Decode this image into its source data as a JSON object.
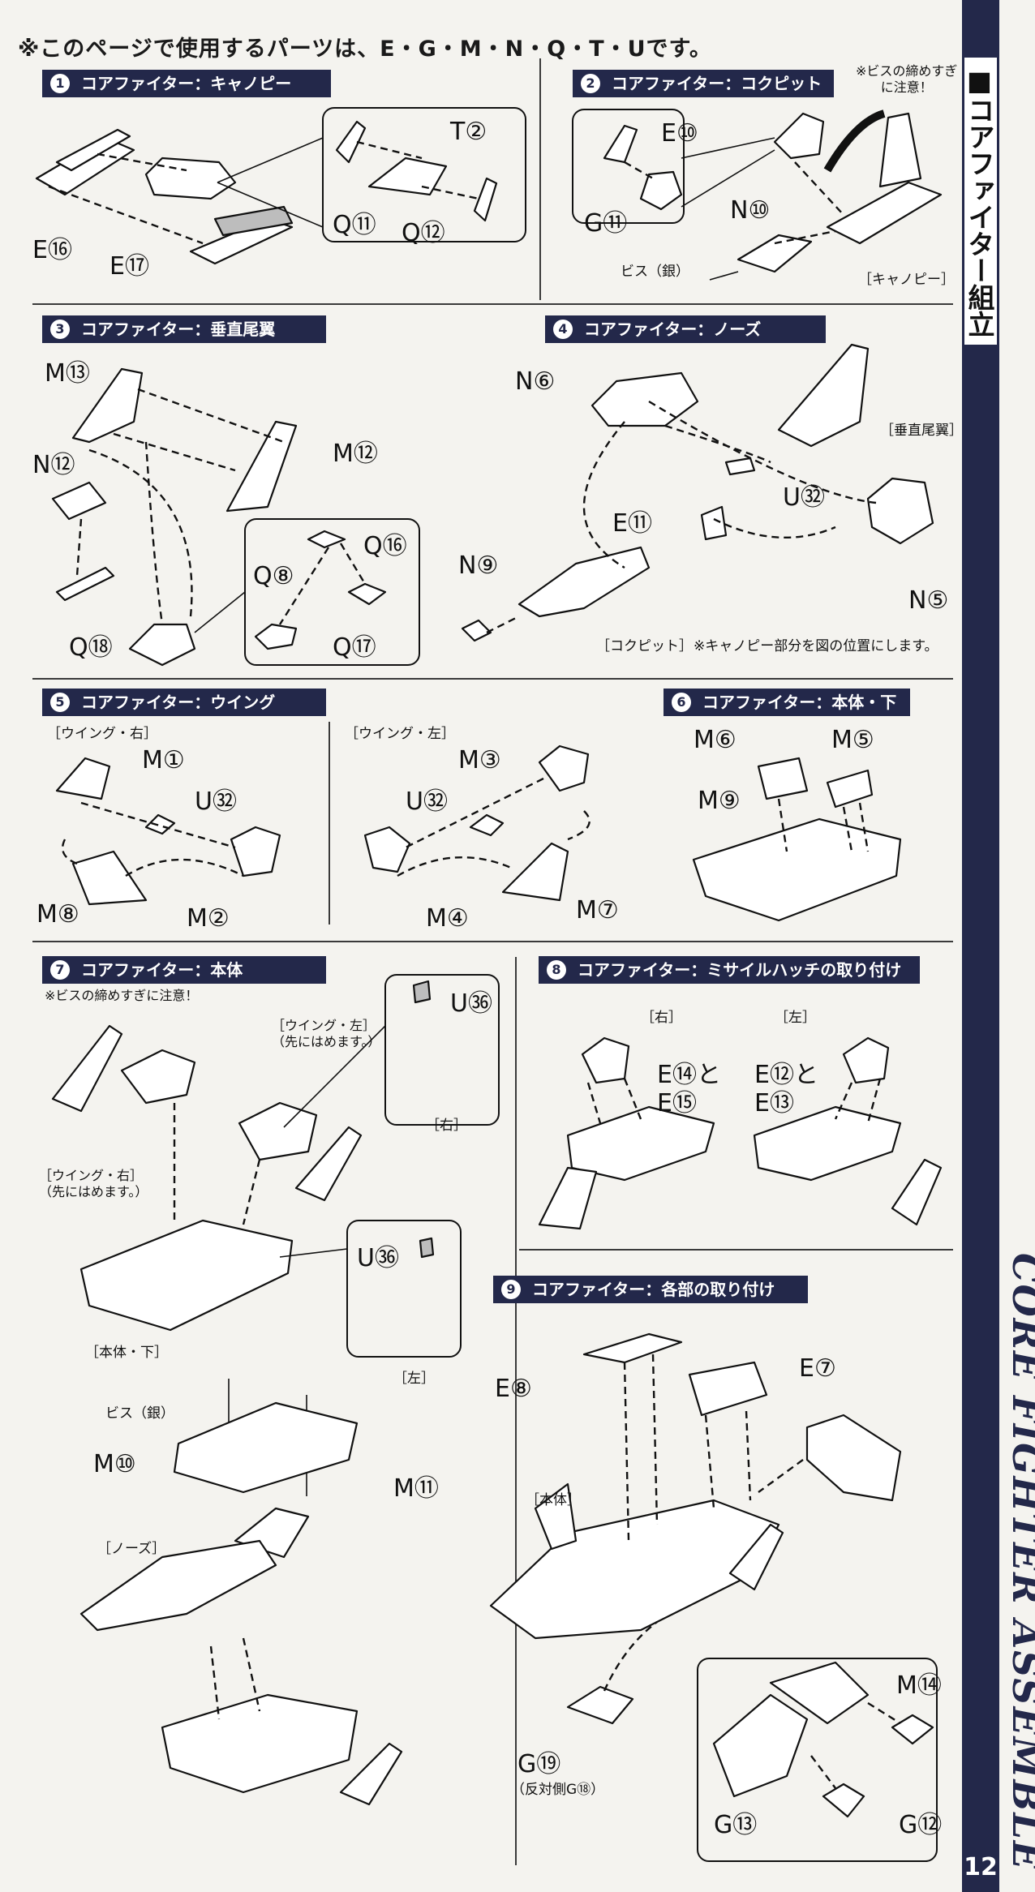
{
  "header_note": "※このページで使用するパーツは、E・G・M・N・Q・T・Uです。",
  "side_title": "■コアファイター組立",
  "side_english": "CORE FIGHTER ASSEMBLE",
  "page_number": "12",
  "steps": [
    {
      "num": "1",
      "title": "コアファイター：キャノピー"
    },
    {
      "num": "2",
      "title": "コアファイター：コクピット"
    },
    {
      "num": "3",
      "title": "コアファイター：垂直尾翼"
    },
    {
      "num": "4",
      "title": "コアファイター：ノーズ"
    },
    {
      "num": "5",
      "title": "コアファイター：ウイング"
    },
    {
      "num": "6",
      "title": "コアファイター：本体・下"
    },
    {
      "num": "7",
      "title": "コアファイター：本体"
    },
    {
      "num": "8",
      "title": "コアファイター：ミサイルハッチの取り付け"
    },
    {
      "num": "9",
      "title": "コアファイター：各部の取り付け"
    }
  ],
  "s1": {
    "e16": "E⑯",
    "e17": "E⑰",
    "t2": "T②",
    "q11": "Q⑪",
    "q12": "Q⑫"
  },
  "s2": {
    "caution": "※ビスの締めすぎ\nに注意！",
    "e10": "E⑩",
    "g11": "G⑪",
    "n10": "N⑩",
    "screw": "ビス（銀）",
    "canopy": "［キャノピー］"
  },
  "s3": {
    "m13": "M⑬",
    "m12": "M⑫",
    "n12": "N⑫",
    "q16": "Q⑯",
    "q8": "Q⑧",
    "q17": "Q⑰",
    "q18": "Q⑱"
  },
  "s4": {
    "n6": "N⑥",
    "tail": "［垂直尾翼］",
    "u32": "U㉜",
    "e11": "E⑪",
    "n9": "N⑨",
    "n5": "N⑤",
    "cockpit": "［コクピット］",
    "note": "※キャノピー部分を図の位置にします。"
  },
  "s5": {
    "right": "［ウイング・右］",
    "left": "［ウイング・左］",
    "m1": "M①",
    "u32a": "U㉜",
    "m8": "M⑧",
    "m2": "M②",
    "m3": "M③",
    "u32b": "U㉜",
    "m4": "M④",
    "m7": "M⑦"
  },
  "s6": {
    "m6": "M⑥",
    "m5": "M⑤",
    "m9": "M⑨"
  },
  "s7": {
    "caution": "※ビスの締めすぎに注意！",
    "wing_left": "［ウイング・左］\n（先にはめます。）",
    "wing_right": "［ウイング・右］\n（先にはめます。）",
    "u36a": "U㊱",
    "right": "［右］",
    "u36b": "U㊱",
    "left": "［左］",
    "body_lower": "［本体・下］",
    "screw": "ビス（銀）",
    "m10": "M⑩",
    "m11": "M⑪",
    "nose": "［ノーズ］"
  },
  "s8": {
    "right": "［右］",
    "left": "［左］",
    "e14": "E⑭と",
    "e15": "E⑮",
    "e12": "E⑫と",
    "e13": "E⑬"
  },
  "s9": {
    "e8": "E⑧",
    "e7": "E⑦",
    "body": "［本体］",
    "g19": "G⑲",
    "g18": "（反対側G⑱）",
    "m14": "M⑭",
    "g13": "G⑬",
    "g12": "G⑫"
  }
}
